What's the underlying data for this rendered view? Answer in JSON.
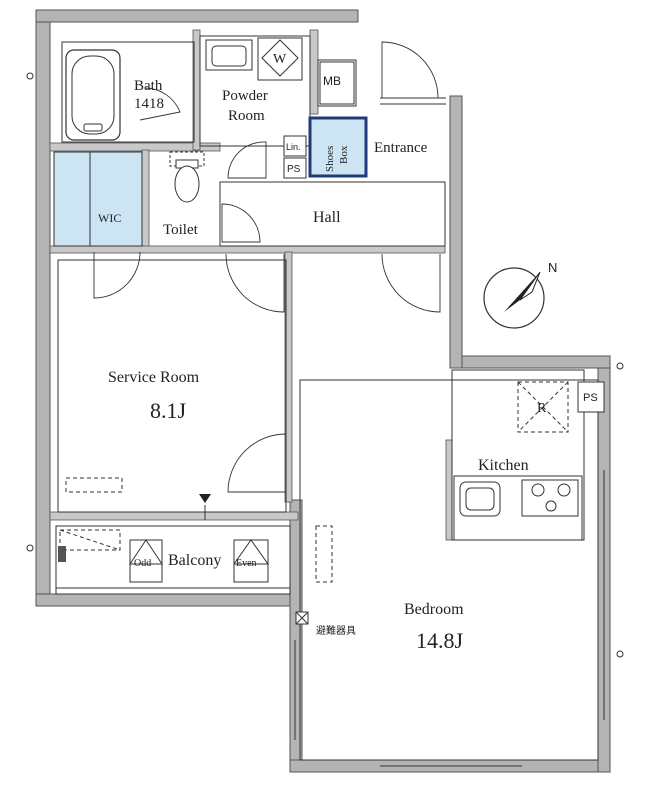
{
  "rooms": {
    "bath": {
      "name": "Bath",
      "size": "1418"
    },
    "powder_room": {
      "line1": "Powder",
      "line2": "Room"
    },
    "washer": "W",
    "mb": "MB",
    "linen": "Lin.",
    "ps_hall": "PS",
    "shoes_box": {
      "line1": "Shoes",
      "line2": "Box"
    },
    "entrance": "Entrance",
    "wic": "WIC",
    "toilet": "Toilet",
    "hall": "Hall",
    "service_room": {
      "name": "Service Room",
      "size": "8.1J"
    },
    "balcony": "Balcony",
    "odd": "Odd",
    "even": "Even",
    "refrigerator": "R",
    "ps_kitchen": "PS",
    "kitchen": "Kitchen",
    "bedroom": {
      "name": "Bedroom",
      "size": "14.8J"
    },
    "escape_device": "避難器具"
  },
  "compass": {
    "label": "N"
  },
  "colors": {
    "wall": "#b4b4b4",
    "closet": "#cde4f5",
    "line": "#333333",
    "shoe_box_border": "#1f3c7a"
  }
}
